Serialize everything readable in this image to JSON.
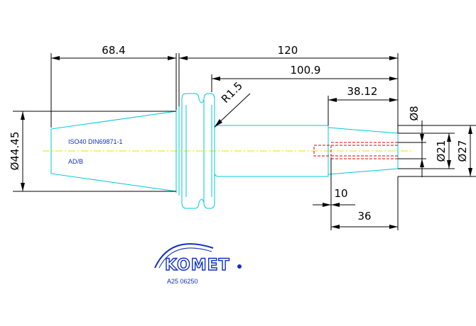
{
  "dimensions": {
    "d_68_4": "68.4",
    "d_120": "120",
    "d_100_9": "100.9",
    "d_38_12": "38.12",
    "d_r1_5": "R1.5",
    "d_dia44_45": "Ø44.45",
    "d_dia8": "Ø8",
    "d_dia21": "Ø21",
    "d_dia27": "Ø27",
    "d_10": "10",
    "d_36": "36"
  },
  "notes": {
    "standard": "ISO40 DIN69871-1",
    "form": "AD/B"
  },
  "logo": {
    "text": "KOMET",
    "part_number": "A25 06250"
  },
  "colors": {
    "outline": "#00c8d8",
    "dimension": "#000000",
    "centerline": "#e8e000",
    "hidden": "#e00000",
    "note_text": "#1030c0",
    "logo": "#1030c0"
  }
}
